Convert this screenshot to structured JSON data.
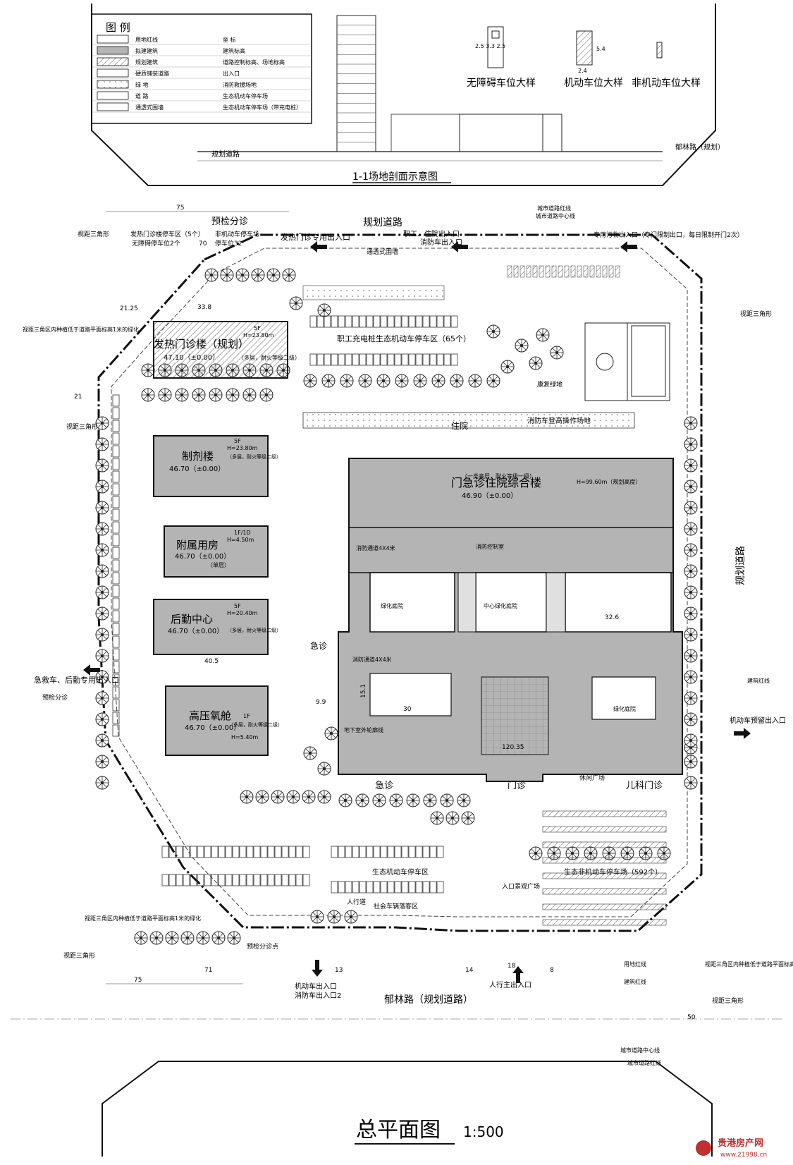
{
  "legend": {
    "title": "图  例",
    "items": [
      {
        "label": "用地红线",
        "right": "坐  标"
      },
      {
        "label": "拟建建筑",
        "right": "建筑标高"
      },
      {
        "label": "规划建筑",
        "right": "道路控制标高、场地标高"
      },
      {
        "label": "硬质铺装道路",
        "right": "出入口"
      },
      {
        "label": "绿  地",
        "right": "消防救援场地"
      },
      {
        "label": "道  路",
        "right": "生态机动车停车场"
      },
      {
        "label": "通透式围墙",
        "right": "生态机动车停车场（带充电桩）"
      }
    ]
  },
  "section": {
    "title": "1-1场地剖面示意图",
    "road_left": "规划道路",
    "road_right": "郁林路（规划）"
  },
  "details": {
    "accessible": "无障碍车位大样",
    "motor": "机动车位大样",
    "nonmotor": "非机动车位大样",
    "dims_accessible": "2.5 3.3 2.5",
    "dims_motor": "2.4",
    "dims_motor_h": "5.4"
  },
  "roads": {
    "north": "规划道路",
    "east": "规划道路",
    "south": "郁林路（规划道路）"
  },
  "buildings": {
    "fever": {
      "name": "发热门诊楼（规划）",
      "elev": "47.10（±0.00）",
      "floors": "5F",
      "height": "H=23.80m",
      "note": "（多层，耐火等级二级）"
    },
    "pharma": {
      "name": "制剂楼",
      "elev": "46.70（±0.00）",
      "floors": "5F",
      "height": "H=23.80m",
      "note": "（多层，耐火等级二级）"
    },
    "annex": {
      "name": "附属用房",
      "elev": "46.70（±0.00）",
      "floors": "1F/1D",
      "height": "H=4.50m",
      "note": "（单层）"
    },
    "logistics": {
      "name": "后勤中心",
      "elev": "46.70（±0.00）",
      "floors": "5F",
      "height": "H=20.40m",
      "note": "（多层，耐火等级二级）"
    },
    "oxygen": {
      "name": "高压氧舱",
      "elev": "46.70（±0.00）",
      "floors": "1F",
      "height": "H=5.40m",
      "note": "（多层，耐火等级二级）"
    },
    "main": {
      "name": "门急诊住院综合楼",
      "elev": "46.90（±0.00）",
      "height": "H=99.60m（规划高度）",
      "note": "（一类高层，耐火等级一级）"
    }
  },
  "labels": {
    "precheck_top": "预检分诊",
    "precheck_left": "预检分诊",
    "precheck_bottom": "预检分诊点",
    "fever_entrance": "发热门诊专用出入口",
    "staff_entrance": "职工、住院出入口",
    "fire_entrance": "消防车出入口",
    "sewage_entrance": "专用污物出入口（专门限制出口，每日限制开门2次）",
    "fever_parking": "发热门诊楼停车区（5个）",
    "accessible_parking": "无障碍停车位2个",
    "nonmotor_parking": "非机动车停车场",
    "nonmotor_count": "停车位32",
    "staff_charging": "职工充电桩生态机动车停车区（65个）",
    "rehab": "康复绿地",
    "fire_platform": "消防车登高操作场地",
    "inpatient": "住院",
    "emergency": "急诊",
    "emergency_entrance": "急救车、后勤专用出入口",
    "er_door": "急诊",
    "outpatient_door": "门诊",
    "pediatric_door": "儿科门诊",
    "leisure": "休闲广场",
    "motor_zone": "生态机动车停车区",
    "nonmotor_zone": "生态非机动车停车场（592个）",
    "crosswalk": "人行道",
    "taxi": "社会车辆落客区",
    "south_motor": "机动车出入口",
    "south_fire": "消防车出入口2",
    "pedestrian_main": "人行主出入口",
    "entry_plaza": "入口景观广场",
    "transparent_wall": "通透式围墙",
    "waiting_car": "机动车预留出入口",
    "sight_tri": "视距三角形",
    "sight_note": "视距三角区内种植低于道路平面标高1米的绿化",
    "redline": "用地红线",
    "city_redline": "城市道路红线",
    "city_center": "城市道路中心线",
    "build_line": "建筑红线",
    "courtyard": "绿化庭院",
    "courtyard2": "中心绿化庭院",
    "basement": "地下室外轮廓线",
    "fire_lane": "消防通道4X4米",
    "fire_control": "消防控制室"
  },
  "dims": {
    "d75": "75",
    "d70": "70",
    "d21": "21",
    "d25": "21.25",
    "d120": "120.35",
    "d30": "30",
    "d71": "71",
    "d50": "50",
    "d14": "14",
    "d18": "18",
    "d8": "8",
    "d13": "13",
    "d40": "40.5",
    "d33": "33.8",
    "d9": "9.9",
    "d15": "15.1",
    "d32": "32.6"
  },
  "title": {
    "main": "总平面图",
    "scale": "1:500"
  },
  "watermark": {
    "brand": "贵港房产网",
    "url": "www.21998.cn"
  },
  "colors": {
    "gray": "#b4b4b4",
    "dark": "#2a2a2a",
    "green": "#e8e8e8",
    "red": "#c03030"
  }
}
